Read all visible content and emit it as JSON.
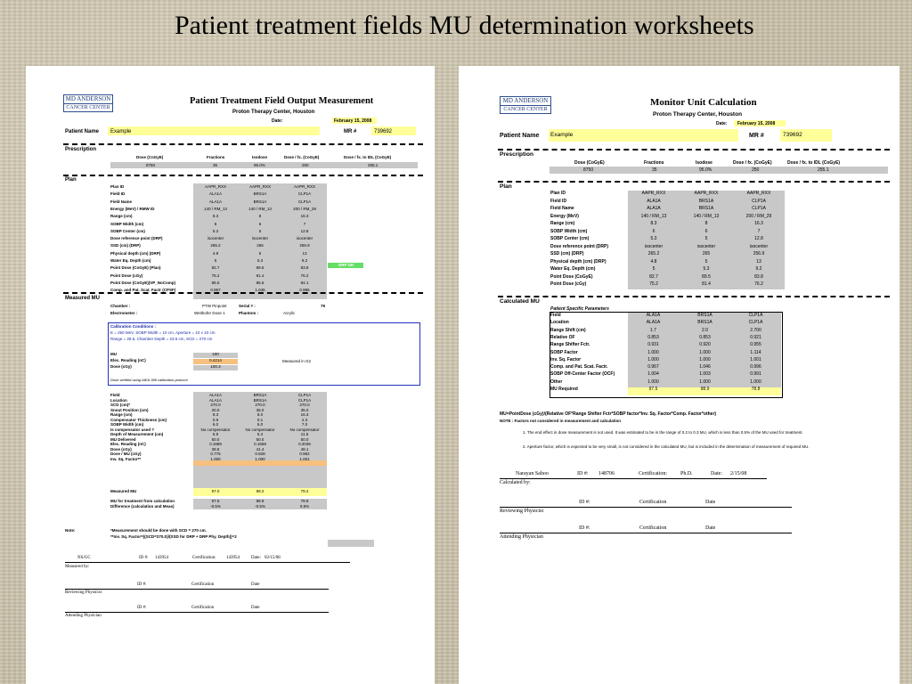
{
  "slide": {
    "title": "Patient treatment fields MU determination worksheets"
  },
  "left": {
    "logo": {
      "line1": "MD ANDERSON",
      "line2": "CANCER CENTER"
    },
    "title": "Patient Treatment Field Output Measurement",
    "subtitle": "Proton Therapy Center, Houston",
    "date_label": "Date:",
    "date_value": "February 15, 2008",
    "patient_name_label": "Patient Name",
    "patient_name_value": "Example",
    "mr_label": "MR #",
    "mr_value": "739692",
    "prescription_label": "Prescription",
    "rx_headers": [
      "Dose (CoGyE)",
      "Fractions",
      "Isodose",
      "Dose / fx. (CoGyE)",
      "Dose / fx. to IDL (CoGyE)"
    ],
    "rx_values": [
      "8750",
      "35",
      "95.0%",
      "250",
      "255.1"
    ],
    "plan_label": "Plan",
    "plan_rows": [
      {
        "label": "Plan ID",
        "v": [
          "AAPR_RXX",
          "AAPR_RXX",
          "AAPR_RXX"
        ]
      },
      {
        "label": "Field ID",
        "v": [
          "ALA1A",
          "BRS1A",
          "CLP1A"
        ]
      },
      {
        "label": "Field Name",
        "v": [
          "ALA1A",
          "BRS1A",
          "CLP1A"
        ]
      },
      {
        "label": "Energy (MeV) / RMW ID",
        "v": [
          "140 / RM_13",
          "140 / RM_13",
          "200 / RM_29"
        ]
      },
      {
        "label": "Range (cm)",
        "v": [
          "8.3",
          "8",
          "16.3"
        ]
      },
      {
        "label": "SOBP Width (cm)",
        "v": [
          "6",
          "6",
          "7"
        ]
      },
      {
        "label": "SOBP Center (cm)",
        "v": [
          "5.3",
          "5",
          "12.8"
        ]
      },
      {
        "label": "Dose reference point (DRP)",
        "v": [
          "isocenter",
          "isocenter",
          "isocenter"
        ]
      },
      {
        "label": "SSD (cm) (DRP)",
        "v": [
          "265.2",
          "265",
          "256.9"
        ]
      },
      {
        "label": "Physical depth (cm) (DRP)",
        "v": [
          "4.8",
          "5",
          "13"
        ]
      },
      {
        "label": "Water Eq. Depth (cm)",
        "v": [
          "5",
          "5.3",
          "9.2"
        ]
      },
      {
        "label": "Point Dose (CoGyE) (Plan)",
        "v": [
          "82.7",
          "89.5",
          "83.8"
        ]
      },
      {
        "label": "Point Dose (cGy)",
        "v": [
          "75.2",
          "81.4",
          "76.2"
        ]
      },
      {
        "label": "Point Dose (CoGyE)(VP_NoComp)",
        "v": [
          "85.5",
          "85.6",
          "84.1"
        ]
      },
      {
        "label": "Comp. and Pat. Scat. Factr (CPSF)",
        "v": [
          "0.967",
          "1.046",
          "0.996"
        ]
      }
    ],
    "drp_ok": "DRP OK",
    "measured_label": "Measured MU",
    "chamber_label": "Chamber :",
    "chamber_value": "PTW Pinpoint",
    "serial_label": "Serial # :",
    "serial_value": "79",
    "electrometer_label": "Electrometer :",
    "electrometer_value": "Weithofer Dose 1",
    "phantom_label": "Phantom :",
    "phantom_value": "Acrylic",
    "cal_title": "Calibration Conditions :",
    "cal_line1": "E = 250 MeV, SOBP Width = 10 cm, Aperture = 10 x 10 cm",
    "cal_line2": "Range = 28.5, Chamber Depth = 23.5 cm, SCD = 270 cm",
    "cal_rows": [
      {
        "label": "MU",
        "v": "100"
      },
      {
        "label": "Elec. Reading (nC)",
        "v": "0.4214"
      },
      {
        "label": "Dose (cGy)",
        "v": "100.3"
      }
    ],
    "measured_in": "Measured in G2",
    "cal_note": "Dose verified using IAEA 398 calibration protocol",
    "meas_rows": [
      {
        "label": "Field",
        "v": [
          "ALA1A",
          "BRS1A",
          "CLP1A"
        ]
      },
      {
        "label": "Location",
        "v": [
          "ALA1A",
          "BRS1A",
          "CLP1A"
        ]
      },
      {
        "label": "SCD (cm)*",
        "v": [
          "270.0",
          "270.0",
          "270.0"
        ]
      },
      {
        "label": "Snout Position (cm)",
        "v": [
          "20.0",
          "35.0",
          "35.0"
        ]
      },
      {
        "label": "Range (cm)",
        "v": [
          "8.3",
          "8.0",
          "16.3"
        ]
      },
      {
        "label": "Compensator Thickness (cm)",
        "v": [
          "0.9",
          "0.1",
          "2.3"
        ]
      },
      {
        "label": "SOBP Width (cm)",
        "v": [
          "6.0",
          "6.0",
          "7.0"
        ]
      },
      {
        "label": "Is compensator used ?",
        "v": [
          "No compensator",
          "No compensator",
          "No compensator"
        ]
      },
      {
        "label": "Depth of Measurement (cm)",
        "v": [
          "5.9",
          "5.4",
          "11.5"
        ]
      },
      {
        "label": "MU Delivered",
        "v": [
          "50.0",
          "50.0",
          "50.0"
        ]
      },
      {
        "label": "Elec. Reading (nC)",
        "v": [
          "0.1689",
          "0.1669",
          "0.2036"
        ]
      },
      {
        "label": "Dose (cGy)",
        "v": [
          "38.8",
          "41.4",
          "48.1"
        ]
      },
      {
        "label": "Dose / MU (cGy)",
        "v": [
          "0.775",
          "0.828",
          "0.962"
        ]
      },
      {
        "label": "Inv. Sq. Factor**",
        "v": [
          "1.000",
          "1.000",
          "1.001"
        ]
      },
      {
        "label": "Measured MU",
        "v": [
          "97.0",
          "98.2",
          "79.2"
        ]
      },
      {
        "label": "MU for treatment from calculation",
        "v": [
          "97.5",
          "98.9",
          "78.8"
        ]
      },
      {
        "label": "Difference (calculation and Meas)",
        "v": [
          "-0.5%",
          "-0.5%",
          "0.5%"
        ]
      }
    ],
    "note_label": "Note:",
    "note1": "*Measurement should be done with SCD = 270 cm.",
    "note2": "**Inv. Sq. Factor=((SCD=270.0)/(SSD for DRP + DRP Phy. Depth))^2",
    "sig1": {
      "name": "NS/GC",
      "id": "ID #:",
      "id_value": "143954",
      "cert": "Certification:",
      "cert_value": "143954",
      "date": "Date:",
      "date_value": "02/15/08"
    },
    "measured_by": "Measured by:",
    "id_label": "ID #:",
    "certification_label": "Certification",
    "date_label2": "Date",
    "reviewing": "Reviewing Physicist",
    "attending": "Attending Physician"
  },
  "right": {
    "logo": {
      "line1": "MD ANDERSON",
      "line2": "CANCER CENTER"
    },
    "title": "Monitor Unit Calculation",
    "subtitle": "Proton Therapy Center, Houston",
    "date_label": "Date:",
    "date_value": "February 15, 2008",
    "patient_name_label": "Patient Name",
    "patient_name_value": "Example",
    "mr_label": "MR #",
    "mr_value": "739692",
    "prescription_label": "Prescription",
    "rx_headers": [
      "Dose (CoGyE)",
      "Fractions",
      "Isodose",
      "Dose / fx. (CoGyE)",
      "Dose / fx. to IDL (CoGyE)"
    ],
    "rx_values": [
      "8750",
      "35",
      "95.0%",
      "250",
      "255.1"
    ],
    "plan_label": "Plan",
    "plan_rows": [
      {
        "label": "Plan ID",
        "v": [
          "AAPR_RXX",
          "AAPR_RXX",
          "AAPR_RXX"
        ]
      },
      {
        "label": "Field ID",
        "v": [
          "ALA1A",
          "BRS1A",
          "CLP1A"
        ]
      },
      {
        "label": "Field Name",
        "v": [
          "ALA1A",
          "BRS1A",
          "CLP1A"
        ]
      },
      {
        "label": "Energy (MeV)",
        "v": [
          "140 / RM_13",
          "140 / RM_13",
          "200 / RM_29"
        ]
      },
      {
        "label": "Range (cm)",
        "v": [
          "8.3",
          "8",
          "16.3"
        ]
      },
      {
        "label": "SOBP Width (cm)",
        "v": [
          "6",
          "6",
          "7"
        ]
      },
      {
        "label": "SOBP Center (cm)",
        "v": [
          "5.3",
          "5",
          "12.8"
        ]
      },
      {
        "label": "Dose reference point (DRP)",
        "v": [
          "isocenter",
          "isocenter",
          "isocenter"
        ]
      },
      {
        "label": "SSD (cm) (DRP)",
        "v": [
          "265.2",
          "265",
          "256.9"
        ]
      },
      {
        "label": "Physical depth (cm) (DRP)",
        "v": [
          "4.8",
          "5",
          "13"
        ]
      },
      {
        "label": "Water Eq. Depth (cm)",
        "v": [
          "5",
          "5.3",
          "9.2"
        ]
      },
      {
        "label": "Point Dose (CoGyE)",
        "v": [
          "82.7",
          "89.5",
          "83.8"
        ]
      },
      {
        "label": "Point Dose (cGy)",
        "v": [
          "75.2",
          "81.4",
          "76.2"
        ]
      }
    ],
    "calculated_label": "Calculated MU",
    "psp_label": "Patient Specific Parameters",
    "calc_rows": [
      {
        "label": "Field",
        "v": [
          "ALA1A",
          "BRS1A",
          "CLP1A"
        ]
      },
      {
        "label": "Location",
        "v": [
          "ALA1A",
          "BRS1A",
          "CLP1A"
        ]
      },
      {
        "label": "Range Shift (cm)",
        "v": [
          "1.7",
          "2.0",
          "2.700"
        ]
      },
      {
        "label": "Relative OF",
        "v": [
          "0.853",
          "0.853",
          "0.921"
        ]
      },
      {
        "label": "Range Shifter Fctr.",
        "v": [
          "0.931",
          "0.920",
          "0.955"
        ]
      },
      {
        "label": "SOBP Factor",
        "v": [
          "1.000",
          "1.000",
          "1.114"
        ]
      },
      {
        "label": "Inv. Sq. Factor",
        "v": [
          "1.000",
          "1.000",
          "1.001"
        ]
      },
      {
        "label": "Comp. and Pat. Scat. Factr.",
        "v": [
          "0.967",
          "1.046",
          "0.996"
        ]
      },
      {
        "label": "SOBP Off-Center Factor (OCF)",
        "v": [
          "1.004",
          "1.003",
          "0.991"
        ]
      },
      {
        "label": "Other",
        "v": [
          "1.000",
          "1.000",
          "1.000"
        ]
      },
      {
        "label": "MU Required",
        "v": [
          "97.5",
          "98.9",
          "78.8"
        ]
      }
    ],
    "formula": "MU=PointDose (cGy)/(Relative OF*Range Shifter Fctr*SOBP factor*Inv. Sq. Factor*Comp. Factor*other)",
    "note": "NOTE : Factors not considered in measurement and calculation",
    "note1": "1. The end effect in dose measurement is not used.  It was estimated to be in the range of 0.2 to 0.3 MU, which is less than 0.5% of the MU used for treatment.",
    "note2": "2. Aperture factor, which is expected to be very small, is not considered in the calculated MU, but is included in the determination of measurement of required MU.",
    "sig1": {
      "name": "Narayan Sahoo",
      "id": "ID #:",
      "id_value": "148706",
      "cert": "Certification:",
      "cert_value": "Ph.D.",
      "date": "Date:",
      "date_value": "2/15/08"
    },
    "calculated_by": "Calculated by:",
    "id_label": "ID #:",
    "certification_label": "Certification",
    "date_label2": "Date",
    "reviewing": "Reviewing Physicist",
    "attending": "Attending Physician"
  }
}
